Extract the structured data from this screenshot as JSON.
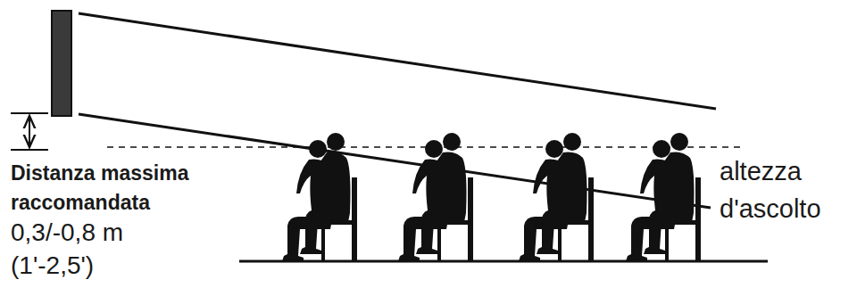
{
  "diagram": {
    "labels": [
      "Distanza massima raccomandata",
      "0,3/-0,8 m",
      "(1'-2,5')",
      "altezza d'ascolto"
    ]
  }
}
